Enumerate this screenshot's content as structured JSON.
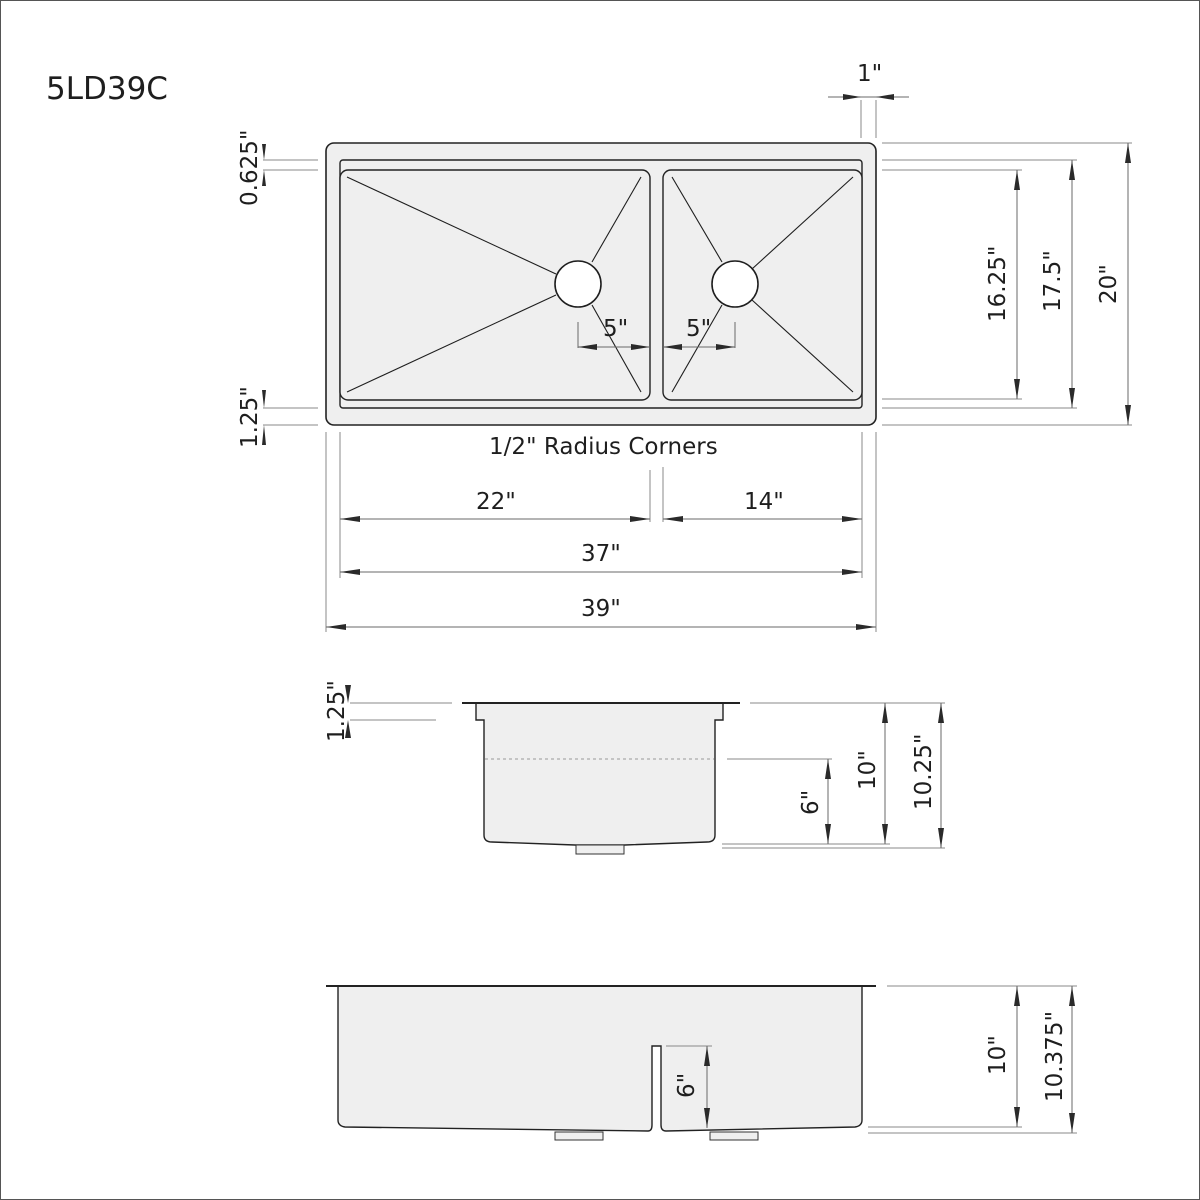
{
  "model": "5LD39C",
  "top_view": {
    "dims": {
      "flange_offset": "1\"",
      "top_ledge": "0.625\"",
      "bottom_ledge": "1.25\"",
      "inner_height": "16.25\"",
      "mid_height": "17.5\"",
      "overall_height": "20\"",
      "left_drain_offset": "5\"",
      "right_drain_offset": "5\"",
      "left_bowl_width": "22\"",
      "right_bowl_width": "14\"",
      "inner_width": "37\"",
      "overall_width": "39\""
    },
    "note": "1/2\" Radius Corners"
  },
  "side_view": {
    "dims": {
      "ledge": "1.25\"",
      "divider_height": "6\"",
      "bowl_depth": "10\"",
      "overall_depth": "10.25\""
    }
  },
  "front_view": {
    "dims": {
      "divider_height": "6\"",
      "bowl_depth": "10\"",
      "overall_depth": "10.375\""
    }
  }
}
